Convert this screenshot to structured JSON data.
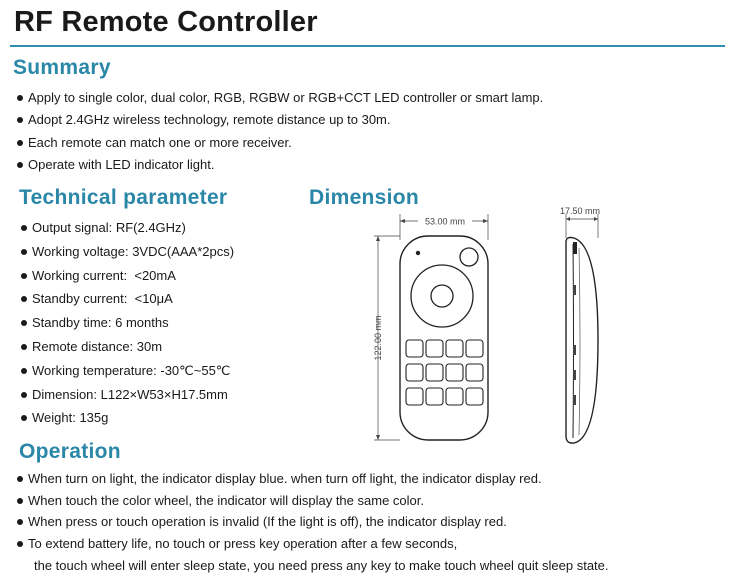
{
  "title": "RF Remote Controller",
  "summary": {
    "heading": "Summary",
    "items": [
      "Apply to single color, dual color, RGB, RGBW or RGB+CCT LED controller or smart lamp.",
      "Adopt 2.4GHz wireless technology, remote distance up to 30m.",
      "Each remote can match one or more receiver.",
      "Operate with LED indicator light."
    ]
  },
  "technical": {
    "heading": "Technical parameter",
    "items": [
      "Output signal: RF(2.4GHz)",
      "Working voltage: 3VDC(AAA*2pcs)",
      "Working current:  <20mA",
      "Standby current:  <10μA",
      "Standby time: 6 months",
      "Remote distance: 30m",
      "Working temperature: -30℃~55℃",
      "Dimension: L122×W53×H17.5mm",
      "Weight: 135g"
    ]
  },
  "dimension": {
    "heading": "Dimension",
    "width_label": "53.00 mm",
    "height_label": "122.00 mm",
    "depth_label": "17.50 mm"
  },
  "operation": {
    "heading": "Operation",
    "items": [
      "When turn on light, the indicator display blue. when turn off light, the indicator display red.",
      "When touch the color wheel, the indicator will display the same color.",
      "When press or touch operation is invalid (If the light is off), the indicator display red.",
      "To extend battery life, no touch or press key operation after a few seconds,"
    ],
    "continuation": "the touch wheel will enter sleep state, you need press any key to make touch wheel quit sleep state."
  },
  "colors": {
    "accent": "#2b87a8",
    "text": "#1a1a1a"
  }
}
